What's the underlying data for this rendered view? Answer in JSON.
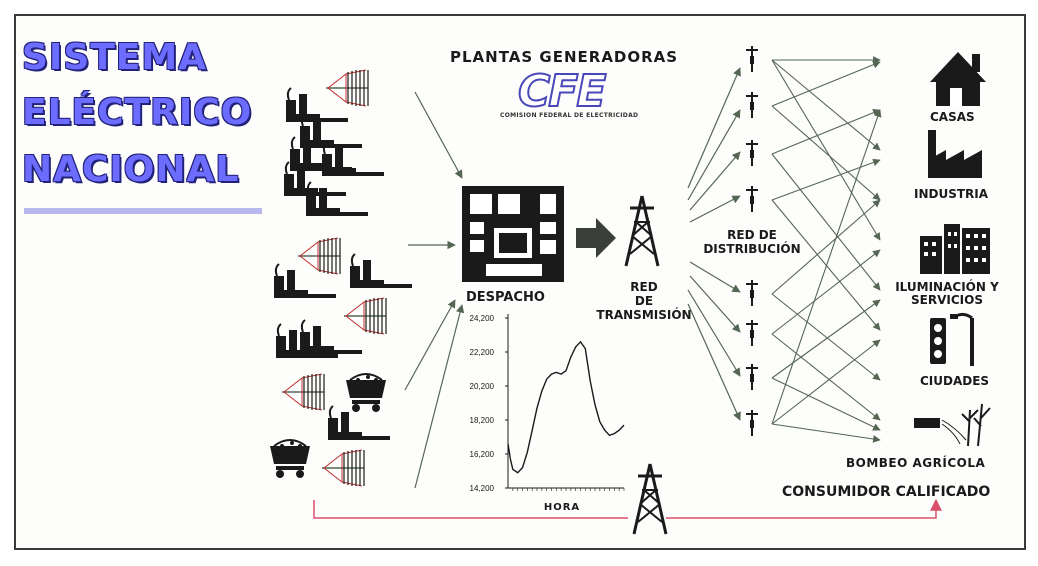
{
  "title": {
    "lines": [
      "SISTEMA",
      "ELÉCTRICO",
      "NACIONAL"
    ]
  },
  "header": {
    "plants_label": "PLANTAS GENERADORAS",
    "logo_text": "CFE",
    "logo_subtitle": "COMISION FEDERAL DE ELECTRICIDAD"
  },
  "nodes": {
    "despacho": "DESPACHO",
    "transmission": [
      "RED",
      "DE",
      "TRANSMISIÓN"
    ],
    "distribution": [
      "RED DE",
      "DISTRIBUCIÓN"
    ]
  },
  "consumers": {
    "casas": "CASAS",
    "industria": "INDUSTRIA",
    "iluminacion": [
      "ILUMINACIÓN Y",
      "SERVICIOS"
    ],
    "ciudades": "CIUDADES",
    "bombeo": "BOMBEO AGRÍCOLA",
    "calificado": "CONSUMIDOR CALIFICADO"
  },
  "colors": {
    "title_fill": "#6c6cff",
    "title_outline": "#22227a",
    "arrow": "#556655",
    "red_line": "#d9506a",
    "icon": "#1a1a1a"
  },
  "chart_data": {
    "type": "line",
    "xlabel": "HORA",
    "ylabel": "",
    "ylim": [
      14200,
      24200
    ],
    "yticks": [
      "24,200",
      "22,200",
      "20,200",
      "18,200",
      "16,200",
      "14,200"
    ],
    "ytick_values": [
      24200,
      22200,
      20200,
      18200,
      16200,
      14200
    ],
    "x": [
      0,
      0.5,
      1,
      2,
      3,
      4,
      5,
      6,
      7,
      8,
      9,
      10,
      11,
      12,
      13,
      14,
      15,
      16,
      17,
      18,
      19,
      20,
      21,
      22,
      23,
      24
    ],
    "series": [
      {
        "values": [
          16800,
          15900,
          15300,
          15100,
          15400,
          16300,
          17600,
          18900,
          19900,
          20600,
          20900,
          21000,
          20900,
          21100,
          21900,
          22500,
          22800,
          22400,
          20500,
          19100,
          18100,
          17600,
          17300,
          17400,
          17600,
          17900
        ]
      }
    ]
  }
}
